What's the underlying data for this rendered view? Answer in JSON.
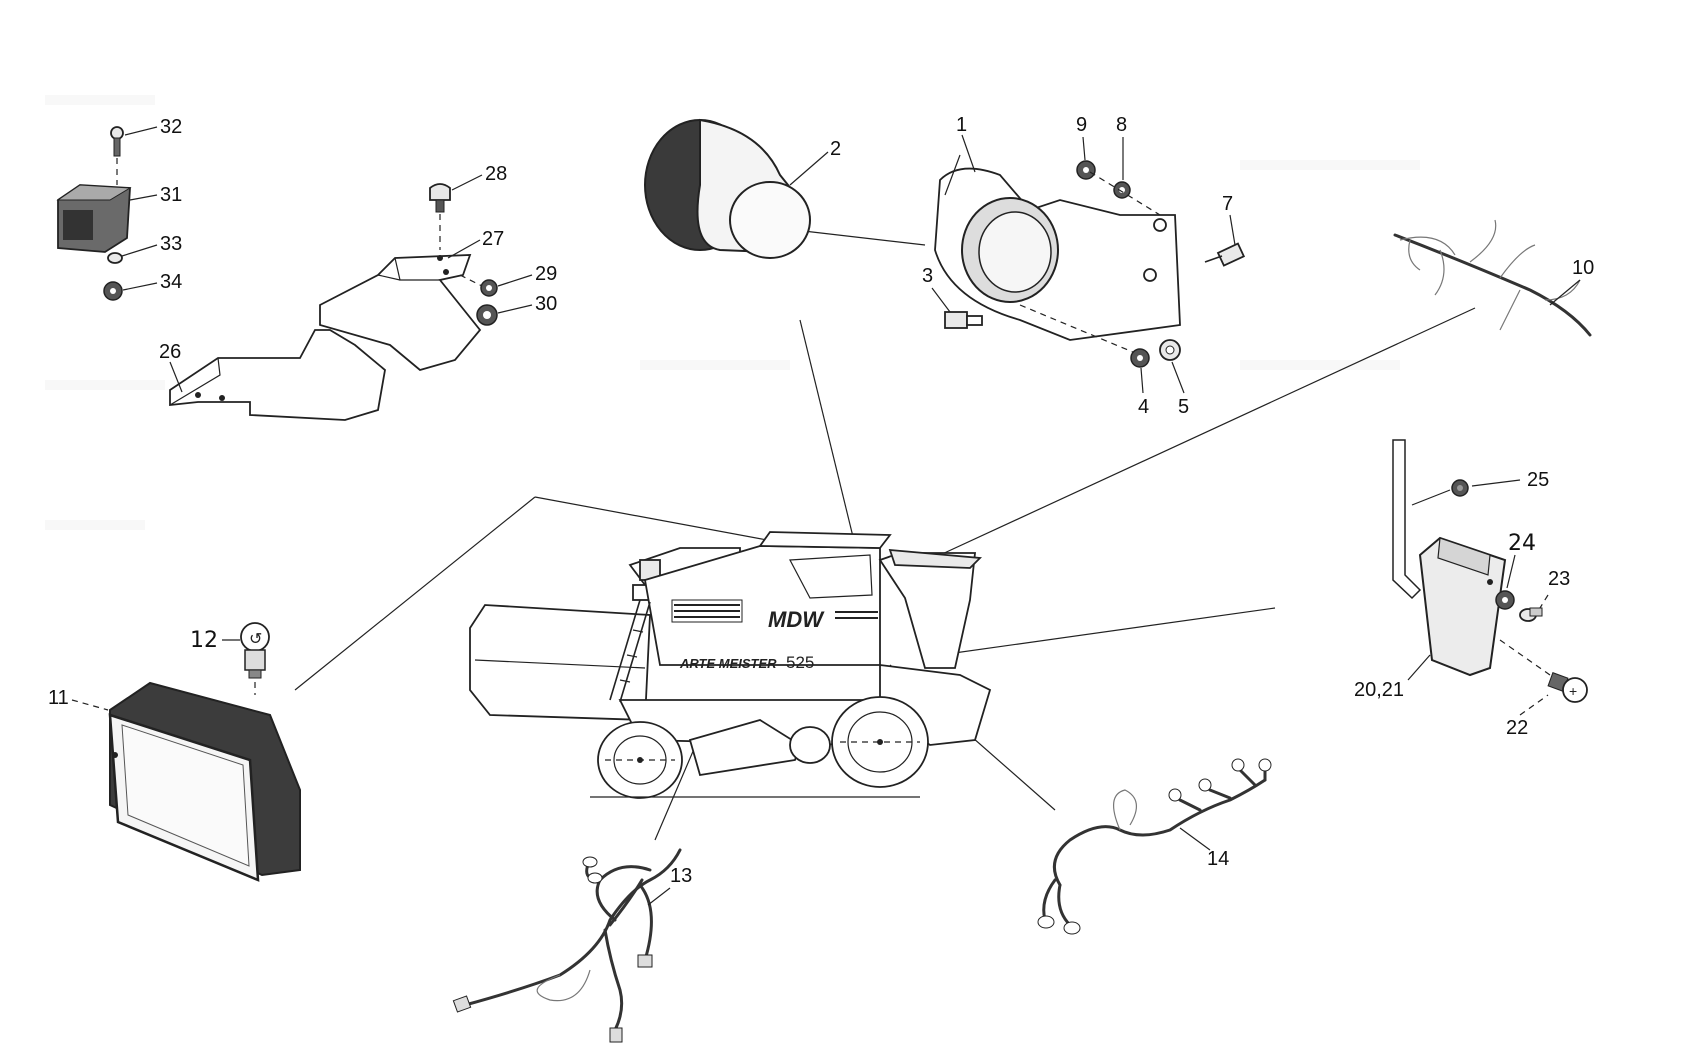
{
  "diagram": {
    "callouts": {
      "c1": "1",
      "c2": "2",
      "c3": "3",
      "c4": "4",
      "c5": "5",
      "c7": "7",
      "c8": "8",
      "c9": "9",
      "c10": "10",
      "c11": "11",
      "c12": "12",
      "c13": "13",
      "c14": "14",
      "c20_21": "20,21",
      "c22": "22",
      "c23": "23",
      "c24": "24",
      "c25": "25",
      "c26": "26",
      "c27": "27",
      "c28": "28",
      "c29": "29",
      "c30": "30",
      "c31": "31",
      "c32": "32",
      "c33": "33",
      "c34": "34"
    },
    "combine": {
      "brand": "MDW",
      "model_name": "ARTE MEISTER",
      "model_number": "525"
    },
    "colors": {
      "line": "#222222",
      "paper": "#ffffff",
      "shade": "#555555"
    }
  }
}
